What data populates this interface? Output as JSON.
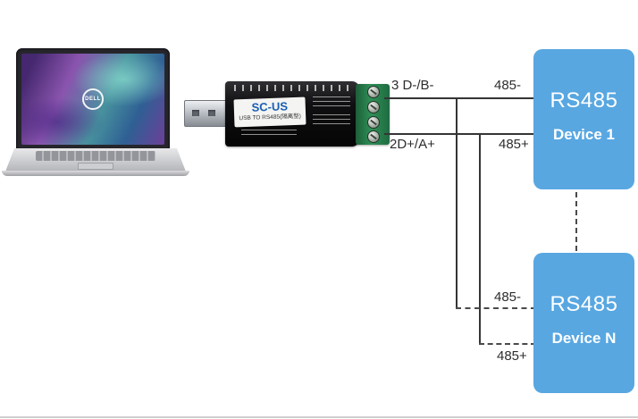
{
  "laptop": {
    "brand": "DELL"
  },
  "adapter": {
    "model": "SC-US",
    "description": "USB TO RS485(隔离型)"
  },
  "bus": {
    "top_wire_label": "3 D-/B-",
    "bottom_wire_label": "2D+/A+"
  },
  "devices": [
    {
      "title": "RS485",
      "name": "Device 1",
      "minus_label": "485-",
      "plus_label": "485+"
    },
    {
      "title": "RS485",
      "name": "Device N",
      "minus_label": "485-",
      "plus_label": "485+"
    }
  ],
  "colors": {
    "device_box": "#58a7e1",
    "wire": "#353535",
    "terminal_green": "#2f8f56",
    "adapter_black": "#101012",
    "model_text_blue": "#1a5fb4",
    "bottom_rule": "#cfcfcf"
  }
}
